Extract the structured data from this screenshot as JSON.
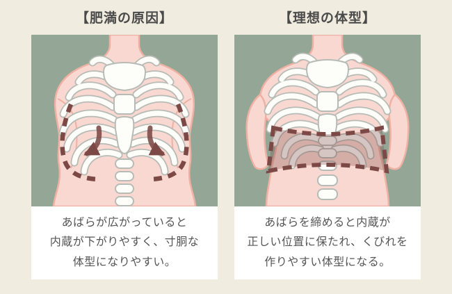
{
  "left_panel": {
    "title": "【肥満の原因】",
    "description": "あばらが広がっていると\n内蔵が下がりやすく、寸胴な\n体型になりやすい。"
  },
  "right_panel": {
    "title": "【理想の体型】",
    "description": "あばらを締めると内蔵が\n正しい位置に保たれ、くびれを\n作りやすい体型になる。"
  },
  "colors": {
    "background_cream": "#f0ecdf",
    "panel_green": "#94a796",
    "skin_pink": "#f9d8d1",
    "skin_outline": "#eeb1a3",
    "bone_white": "#fdfdf9",
    "bone_outline": "#b6bbb5",
    "annotation_maroon": "#7d4946",
    "band_fill": "rgba(125,73,70,0.30)",
    "card_white": "#ffffff",
    "text_gray": "#555555"
  }
}
